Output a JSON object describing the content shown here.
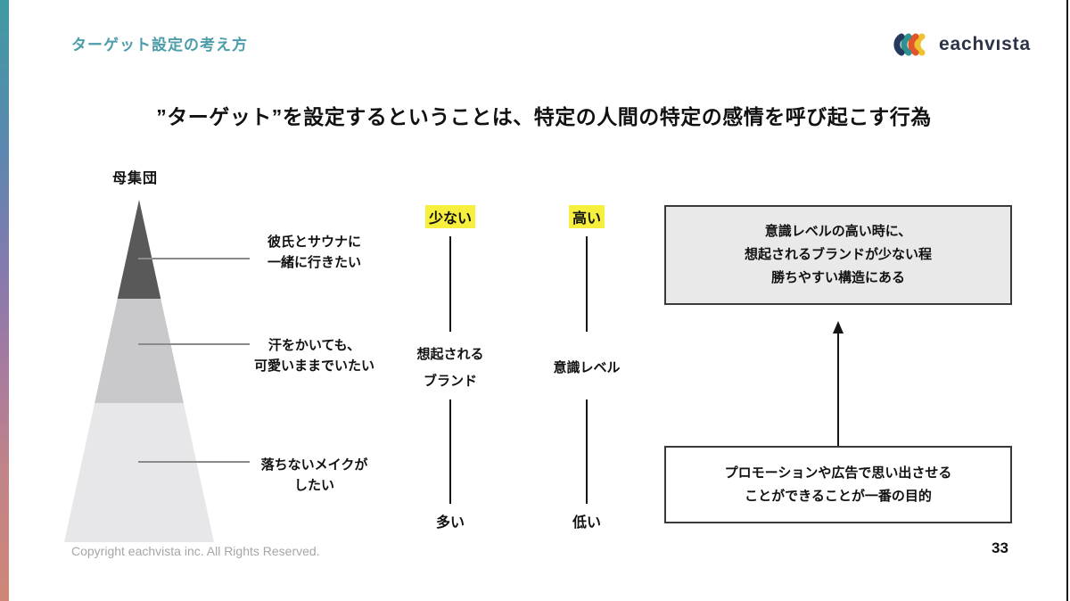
{
  "header": {
    "title": "ターゲット設定の考え方",
    "accent_color": "#4d9daa"
  },
  "logo": {
    "text": "eachvısta",
    "text_color": "#2d3348",
    "colors": [
      "#263a5e",
      "#2f9191",
      "#e2552b",
      "#efc02f"
    ]
  },
  "main_title": "”ターゲット”を設定するということは、特定の人間の特定の感情を呼び起こす行為",
  "pyramid": {
    "top_label": "母集団",
    "segments": [
      {
        "color": "#595959",
        "label_line1": "彼氏とサウナに",
        "label_line2": "一緒に行きたい"
      },
      {
        "color": "#c9c9cc",
        "label_line1": "汗をかいても、",
        "label_line2": "可愛いままでいたい"
      },
      {
        "color": "#e7e7e9",
        "label_line1": "落ちないメイクが",
        "label_line2": "したい"
      }
    ]
  },
  "axes": {
    "highlight_color": "#f7ef3e",
    "items": [
      {
        "top_label": "少ない",
        "mid_label_line1": "想起される",
        "mid_label_line2": "ブランド",
        "bottom_label": "多い"
      },
      {
        "top_label": "高い",
        "mid_label_line1": "意識レベル",
        "mid_label_line2": "",
        "bottom_label": "低い"
      }
    ]
  },
  "boxes": {
    "top": {
      "fill": "#e9e9e9",
      "line1": "意識レベルの高い時に、",
      "line2": "想起されるブランドが少ない程",
      "line3": "勝ちやすい構造にある"
    },
    "bottom": {
      "fill": "#ffffff",
      "line1": "プロモーションや広告で思い出させる",
      "line2": "ことができることが一番の目的"
    }
  },
  "footer": {
    "copyright": "Copyright eachvista inc. All Rights Reserved.",
    "page_number": "33"
  }
}
